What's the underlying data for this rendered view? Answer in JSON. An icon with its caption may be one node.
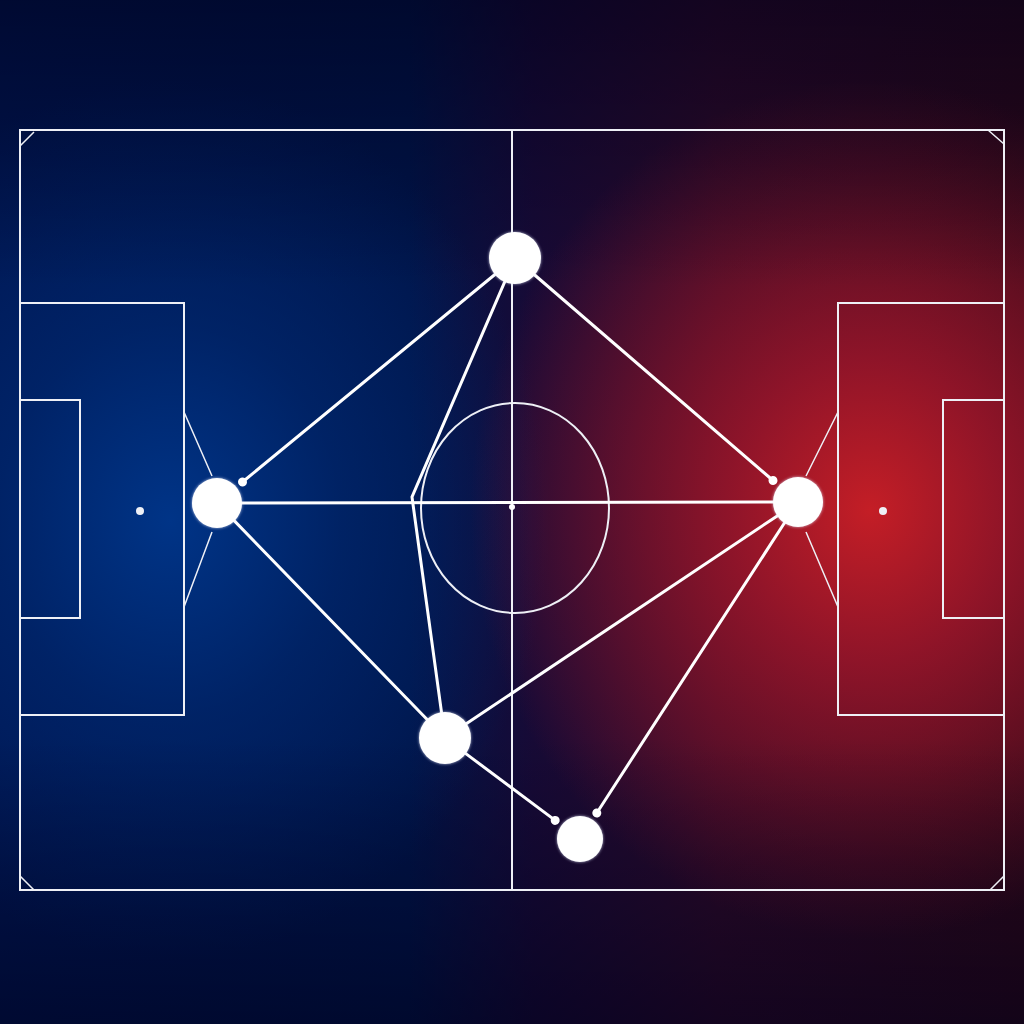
{
  "diagram": {
    "nodes": [
      {
        "text": [],
        "shape": "circle"
      },
      {
        "text": [],
        "shape": "circle"
      },
      {
        "text": [],
        "shape": "circle"
      },
      {
        "text": [],
        "shape": "circle"
      },
      {
        "text": [],
        "shape": "circle"
      }
    ],
    "edges": [
      {
        "from": 0,
        "to": 1,
        "arrow": "other"
      },
      {
        "from": 0,
        "to": 2,
        "arrow": "other"
      },
      {
        "from": 1,
        "to": 2,
        "arrow": "none"
      },
      {
        "from": 0,
        "to": 3,
        "arrow": "none"
      },
      {
        "from": 1,
        "to": 3,
        "arrow": "none"
      },
      {
        "from": 3,
        "to": 2,
        "arrow": "none"
      },
      {
        "from": 3,
        "to": 4,
        "arrow": "other"
      },
      {
        "from": 2,
        "to": 4,
        "arrow": "other"
      }
    ]
  }
}
